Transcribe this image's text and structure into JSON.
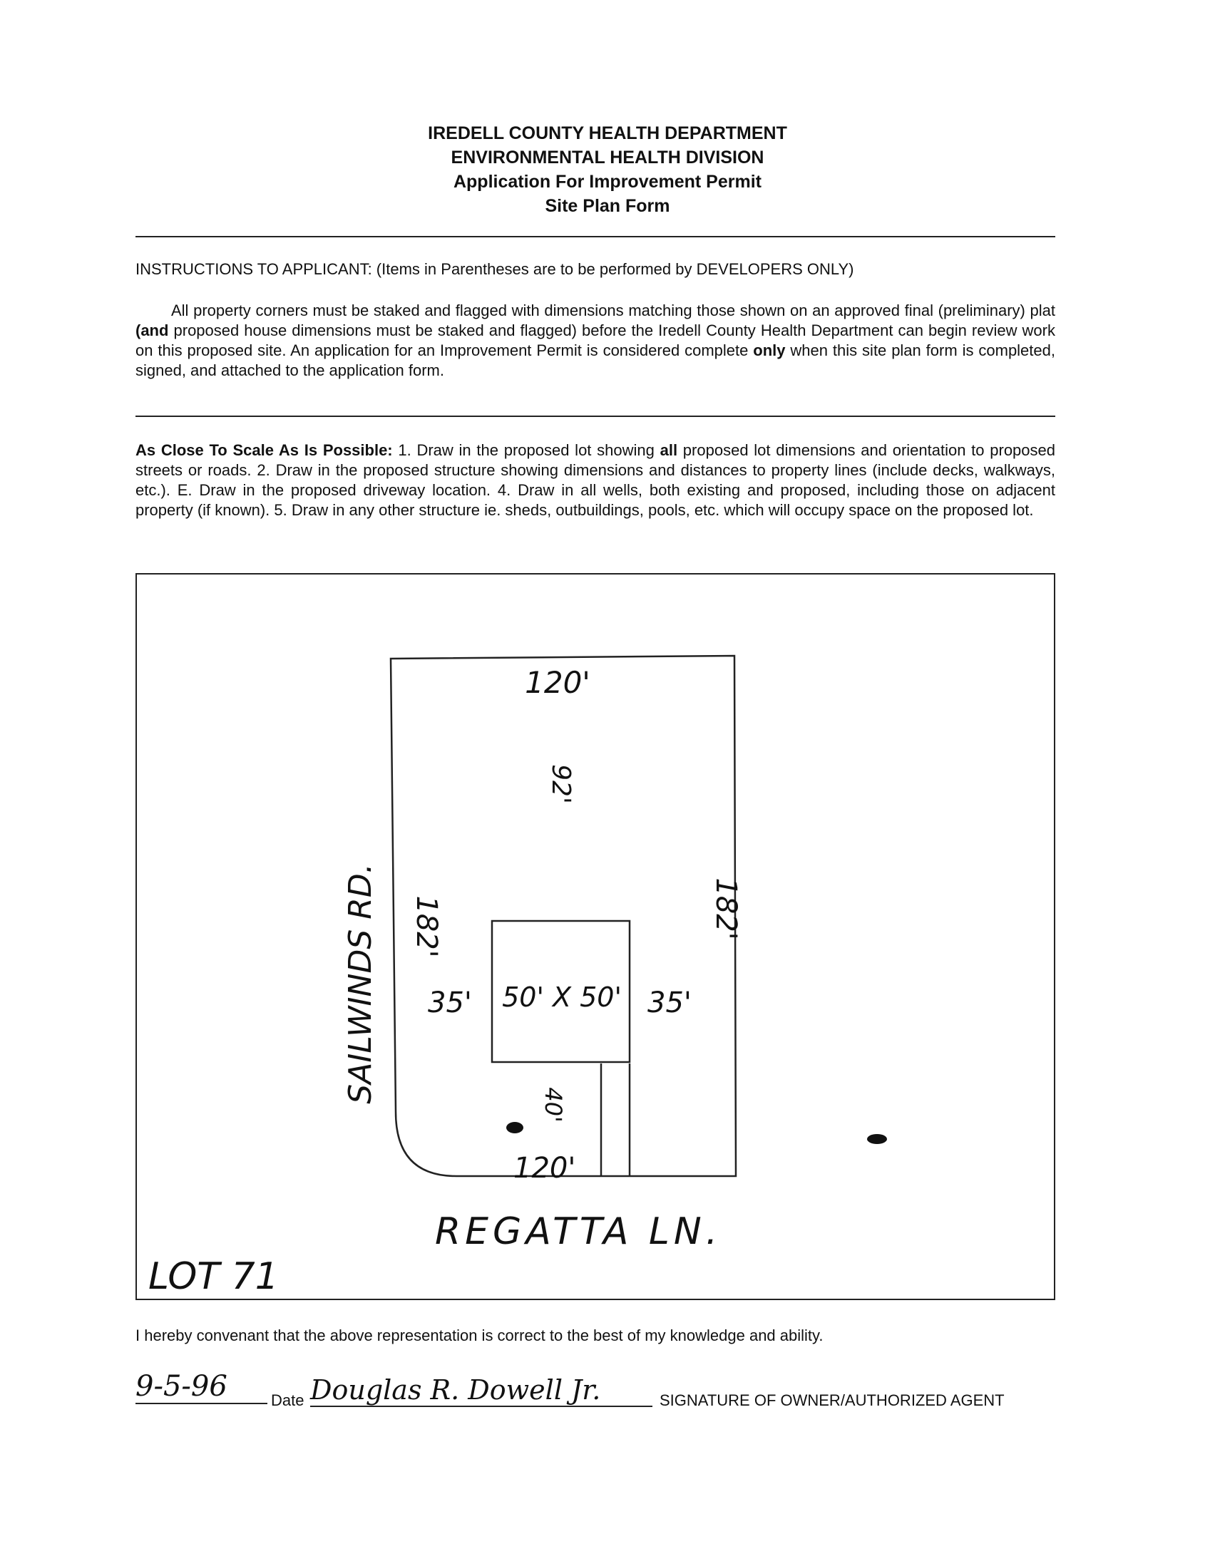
{
  "header": {
    "line1": "IREDELL COUNTY HEALTH DEPARTMENT",
    "line2": "ENVIRONMENTAL HEALTH DIVISION",
    "line3": "Application For Improvement Permit",
    "line4": "Site Plan Form"
  },
  "instructions": {
    "heading": "INSTRUCTIONS TO APPLICANT: (Items in Parentheses are to be performed by DEVELOPERS ONLY)",
    "p1_a": "All property corners must be staked and flagged with dimensions matching those shown on an approved final (preliminary) plat ",
    "p1_b": "(and",
    "p1_c": " proposed house dimensions must be staked and flagged) before the Iredell County Health Department can begin review work on this proposed site. An application for an Improvement Permit is considered complete ",
    "p1_d": "only",
    "p1_e": " when this site plan form is completed, signed, and attached to the application form."
  },
  "scale": {
    "lead": "As Close To Scale As Is Possible:",
    "t1": " 1. Draw in the proposed lot showing ",
    "all": "all",
    "t2": " proposed lot dimensions and orientation to proposed streets or roads. 2. Draw in the proposed structure showing dimensions and distances to property lines (include decks, walkways, etc.). E. Draw in the proposed driveway location. 4. Draw in all wells, both existing and proposed, including those on adjacent property (if known). 5. Draw in any other structure ie. sheds, outbuildings, pools, etc. which will occupy space on the proposed lot."
  },
  "plan": {
    "top_dim": "120'",
    "bottom_dim": "120'",
    "left_dim": "182'",
    "right_dim": "182'",
    "front_setback": "92'",
    "rear_setback": "40'",
    "left_side": "35'",
    "right_side": "35'",
    "house": "50' X 50'",
    "left_road": "SAILWINDS RD.",
    "bottom_road": "REGATTA LN.",
    "lot": "LOT 71"
  },
  "certification": "I hereby convenant that the above representation is correct to the best of my knowledge and ability.",
  "signature": {
    "date_value": "9-5-96",
    "date_label": "Date",
    "name": "Douglas R. Dowell Jr.",
    "label": "SIGNATURE OF OWNER/AUTHORIZED AGENT"
  }
}
